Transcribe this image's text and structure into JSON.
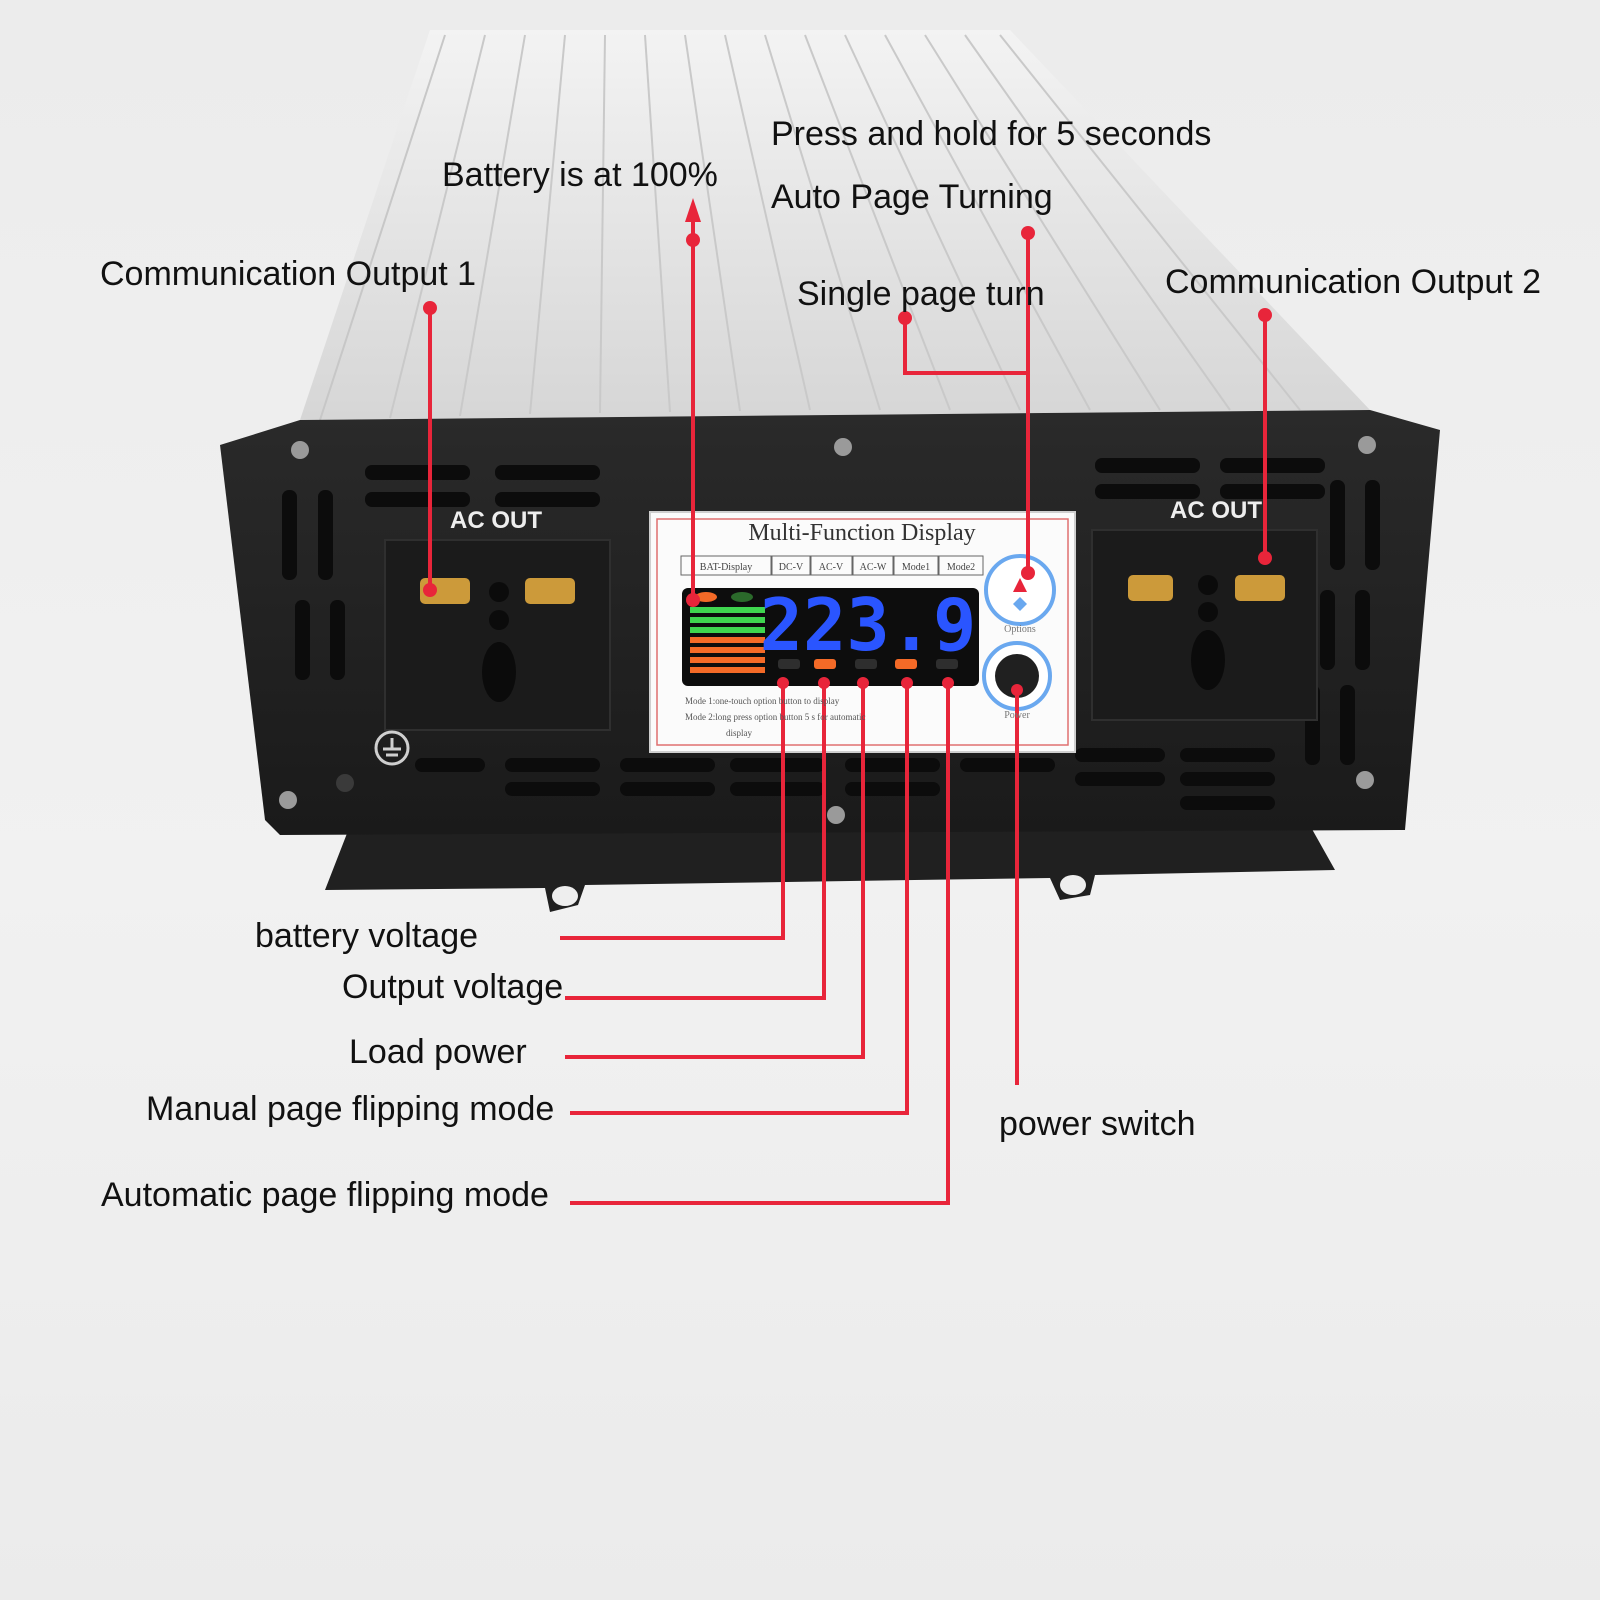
{
  "device": {
    "left_socket_label": "AC OUT",
    "right_socket_label": "AC OUT",
    "panel_title": "Multi-Function Display",
    "panel_tabs": [
      "BAT-Display",
      "DC-V",
      "AC-V",
      "AC-W",
      "Mode1",
      "Mode2"
    ],
    "display_reading": "223.9",
    "options_button_label": "Options",
    "power_button_label": "Power",
    "mode_note_1": "Mode 1:one-touch option button to display",
    "mode_note_2": "Mode 2:long press option button 5 s for automatic",
    "mode_note_3": "display"
  },
  "callouts": {
    "battery_full": "Battery is at 100%",
    "press_hold": "Press and hold for 5 seconds",
    "auto_turning": "Auto Page Turning",
    "comm_output_1": "Communication Output 1",
    "single_page": "Single page turn",
    "comm_output_2": "Communication Output 2",
    "battery_voltage": "battery voltage",
    "output_voltage": "Output voltage",
    "load_power": "Load power",
    "manual_mode": "Manual page flipping mode",
    "auto_mode": "Automatic page flipping mode",
    "power_switch": "power switch"
  },
  "colors": {
    "callout_line": "#e8253a",
    "housing": "#212121",
    "fins": "#dcdcdc",
    "lcd_digits": "#2a55ff",
    "battery_green": "#3fd64f",
    "battery_orange": "#f46a27",
    "ring_blue": "#6aa8ef"
  }
}
